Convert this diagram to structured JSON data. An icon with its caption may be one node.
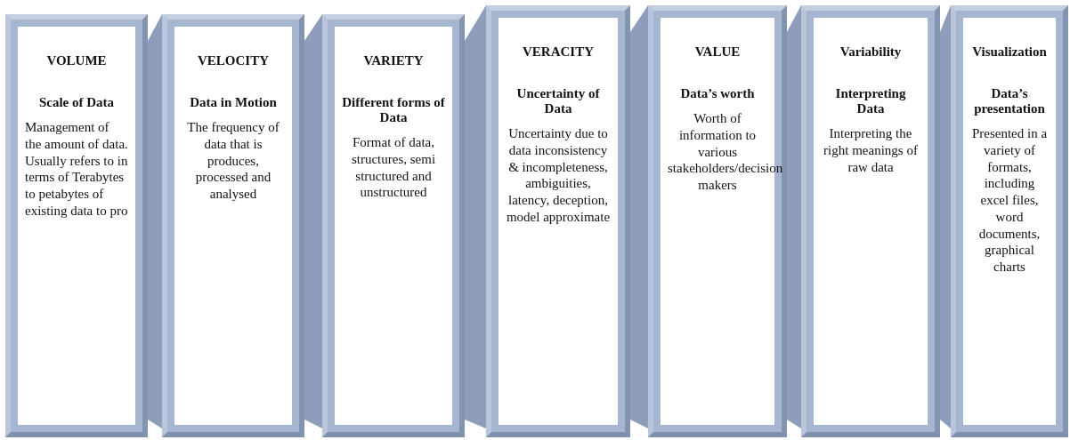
{
  "diagram": {
    "nodes": [
      {
        "text": [
          "VOLUME",
          "Scale of Data",
          "Management of the amount of data. Usually refers to in terms of Terabytes to petabytes of existing data to pro"
        ]
      },
      {
        "text": [
          "VELOCITY",
          "Data in Motion",
          "The frequency of data that is produces, processed and analysed"
        ]
      },
      {
        "text": [
          "VARIETY",
          "Different forms of Data",
          "Format of data, structures, semi structured and unstructured"
        ]
      },
      {
        "text": [
          "VERACITY",
          "Uncertainty of Data",
          "Uncertainty due to data inconsistency & incompleteness, ambiguities, latency, deception, model approximate"
        ]
      },
      {
        "text": [
          "VALUE",
          "Data’s worth",
          "Worth of information to various stakeholders/decision makers"
        ]
      },
      {
        "text": [
          "Variability",
          "Interpreting Data",
          "Interpreting the right meanings of raw data"
        ]
      },
      {
        "text": [
          "Visualization",
          "Data’s presentation",
          "Presented in a variety of formats, including excel files, word documents, graphical charts"
        ]
      }
    ]
  }
}
